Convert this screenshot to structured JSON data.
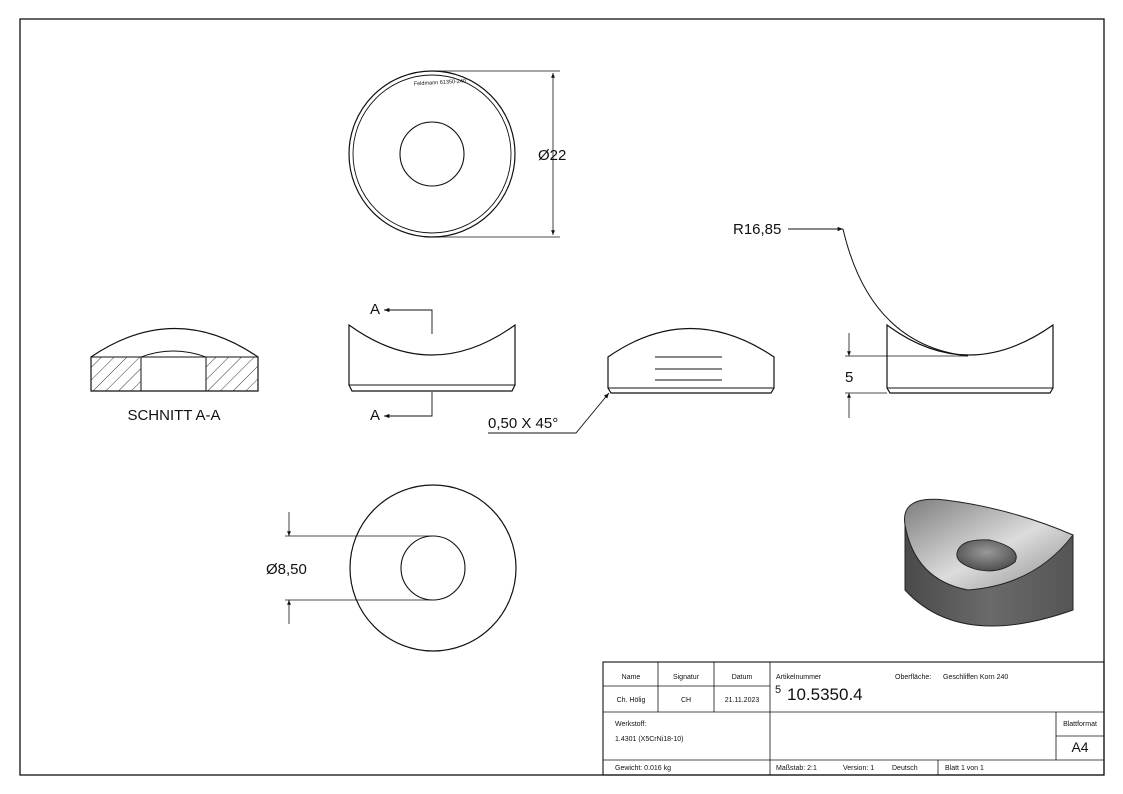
{
  "views": {
    "top": {
      "diameter_label": "Ø22",
      "engraving": "Feldmann 61350-240"
    },
    "section": {
      "caption": "SCHNITT A-A",
      "cut_label": "A"
    },
    "side_curved": {
      "radius_label": "R16,85",
      "height_label": "5"
    },
    "side_front": {
      "chamfer_label": "0,50 X 45°"
    },
    "bottom": {
      "diameter_label": "Ø8,50"
    }
  },
  "title_block": {
    "headers": {
      "name": "Name",
      "signature": "Signatur",
      "date": "Datum"
    },
    "name": "Ch. Hölig",
    "signature": "CH",
    "date": "21.11.2023",
    "article_label": "Artikelnummer",
    "surface_label": "Oberfläche:",
    "surface_value": "Geschliffen Korn 240",
    "article_prefix": "5",
    "article_number": "10.5350.4",
    "material_label": "Werkstoff:",
    "material_value": "1.4301 (X5CrNi18-10)",
    "sheet_format_label": "Blattformat",
    "sheet_format_value": "A4",
    "weight": "Gewicht: 0.016 kg",
    "scale": "Maßstab: 2:1",
    "version": "Version: 1",
    "language": "Deutsch",
    "sheet": "Blatt 1 von 1"
  },
  "colors": {
    "line": "#111111",
    "hatch": "#222222",
    "render_top": "#8f8f8f",
    "render_side": "#5a5a5a",
    "hole_inner": "#666666"
  }
}
